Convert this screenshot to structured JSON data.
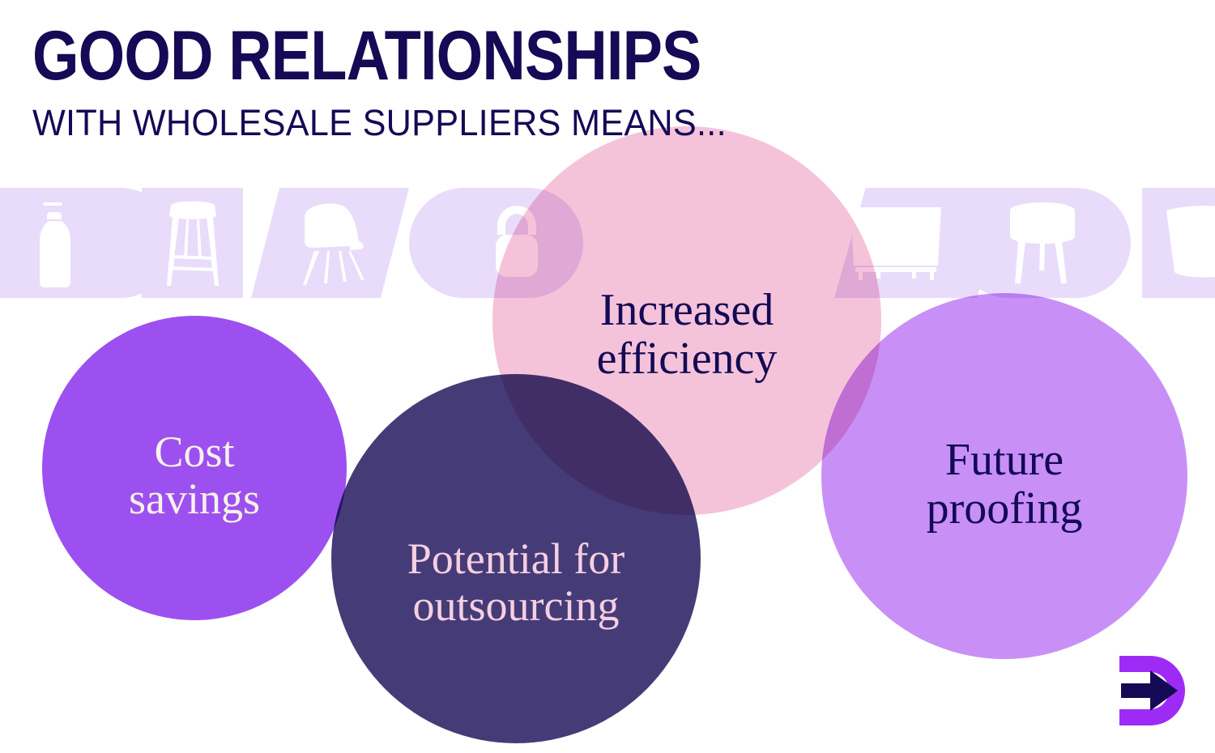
{
  "header": {
    "title": "GOOD RELATIONSHIPS",
    "subtitle": "WITH WHOLESALE SUPPLIERS MEANS..."
  },
  "colors": {
    "navy": "#140A55",
    "bright_purple": "#9D50F0",
    "light_purple": "#C890F6",
    "pink": "#F4C3DA",
    "dark_indigo": "#453C77",
    "cream": "#F7F1E8",
    "pale_pink_text": "#F6CFE2",
    "lavender_tile": "#E9DCFA",
    "background": "#FFFFFF"
  },
  "bubbles": [
    {
      "id": "cost-savings",
      "label": "Cost\nsavings",
      "line1": "Cost",
      "line2": "savings",
      "fill": "#9D50F0",
      "text_color": "#F7F1E8"
    },
    {
      "id": "efficiency",
      "label": "Increased\nefficiency",
      "line1": "Increased",
      "line2": "efficiency",
      "fill": "#F4C3DA",
      "text_color": "#140A55"
    },
    {
      "id": "outsourcing",
      "label": "Potential for\noutsourcing",
      "line1": "Potential for",
      "line2": "outsourcing",
      "fill": "#453C77",
      "text_color": "#F6CFE2"
    },
    {
      "id": "future-proofing",
      "label": "Future\nproofing",
      "line1": "Future",
      "line2": "proofing",
      "fill": "#C890F6",
      "text_color": "#140A55"
    }
  ],
  "decor_strip": {
    "tile_color": "#E9DCFA",
    "glyph_color": "#FFFFFF",
    "tiles": [
      {
        "icon": "pump-bottle-icon",
        "shape": "d-right"
      },
      {
        "icon": "bar-stool-icon",
        "shape": "square"
      },
      {
        "icon": "dining-chair-icon",
        "shape": "parallelogram"
      },
      {
        "icon": "basket-bag-icon",
        "shape": "pill"
      },
      {
        "icon": "bench-sofa-icon",
        "shape": "parallelogram"
      },
      {
        "icon": "round-stool-icon",
        "shape": "pill"
      },
      {
        "icon": "storage-bin-icon",
        "shape": "square"
      }
    ]
  },
  "logo": {
    "name": "d-arrow-logo",
    "letter": "D",
    "ring_color": "#9D2BF5",
    "arrow_color": "#140A55"
  }
}
